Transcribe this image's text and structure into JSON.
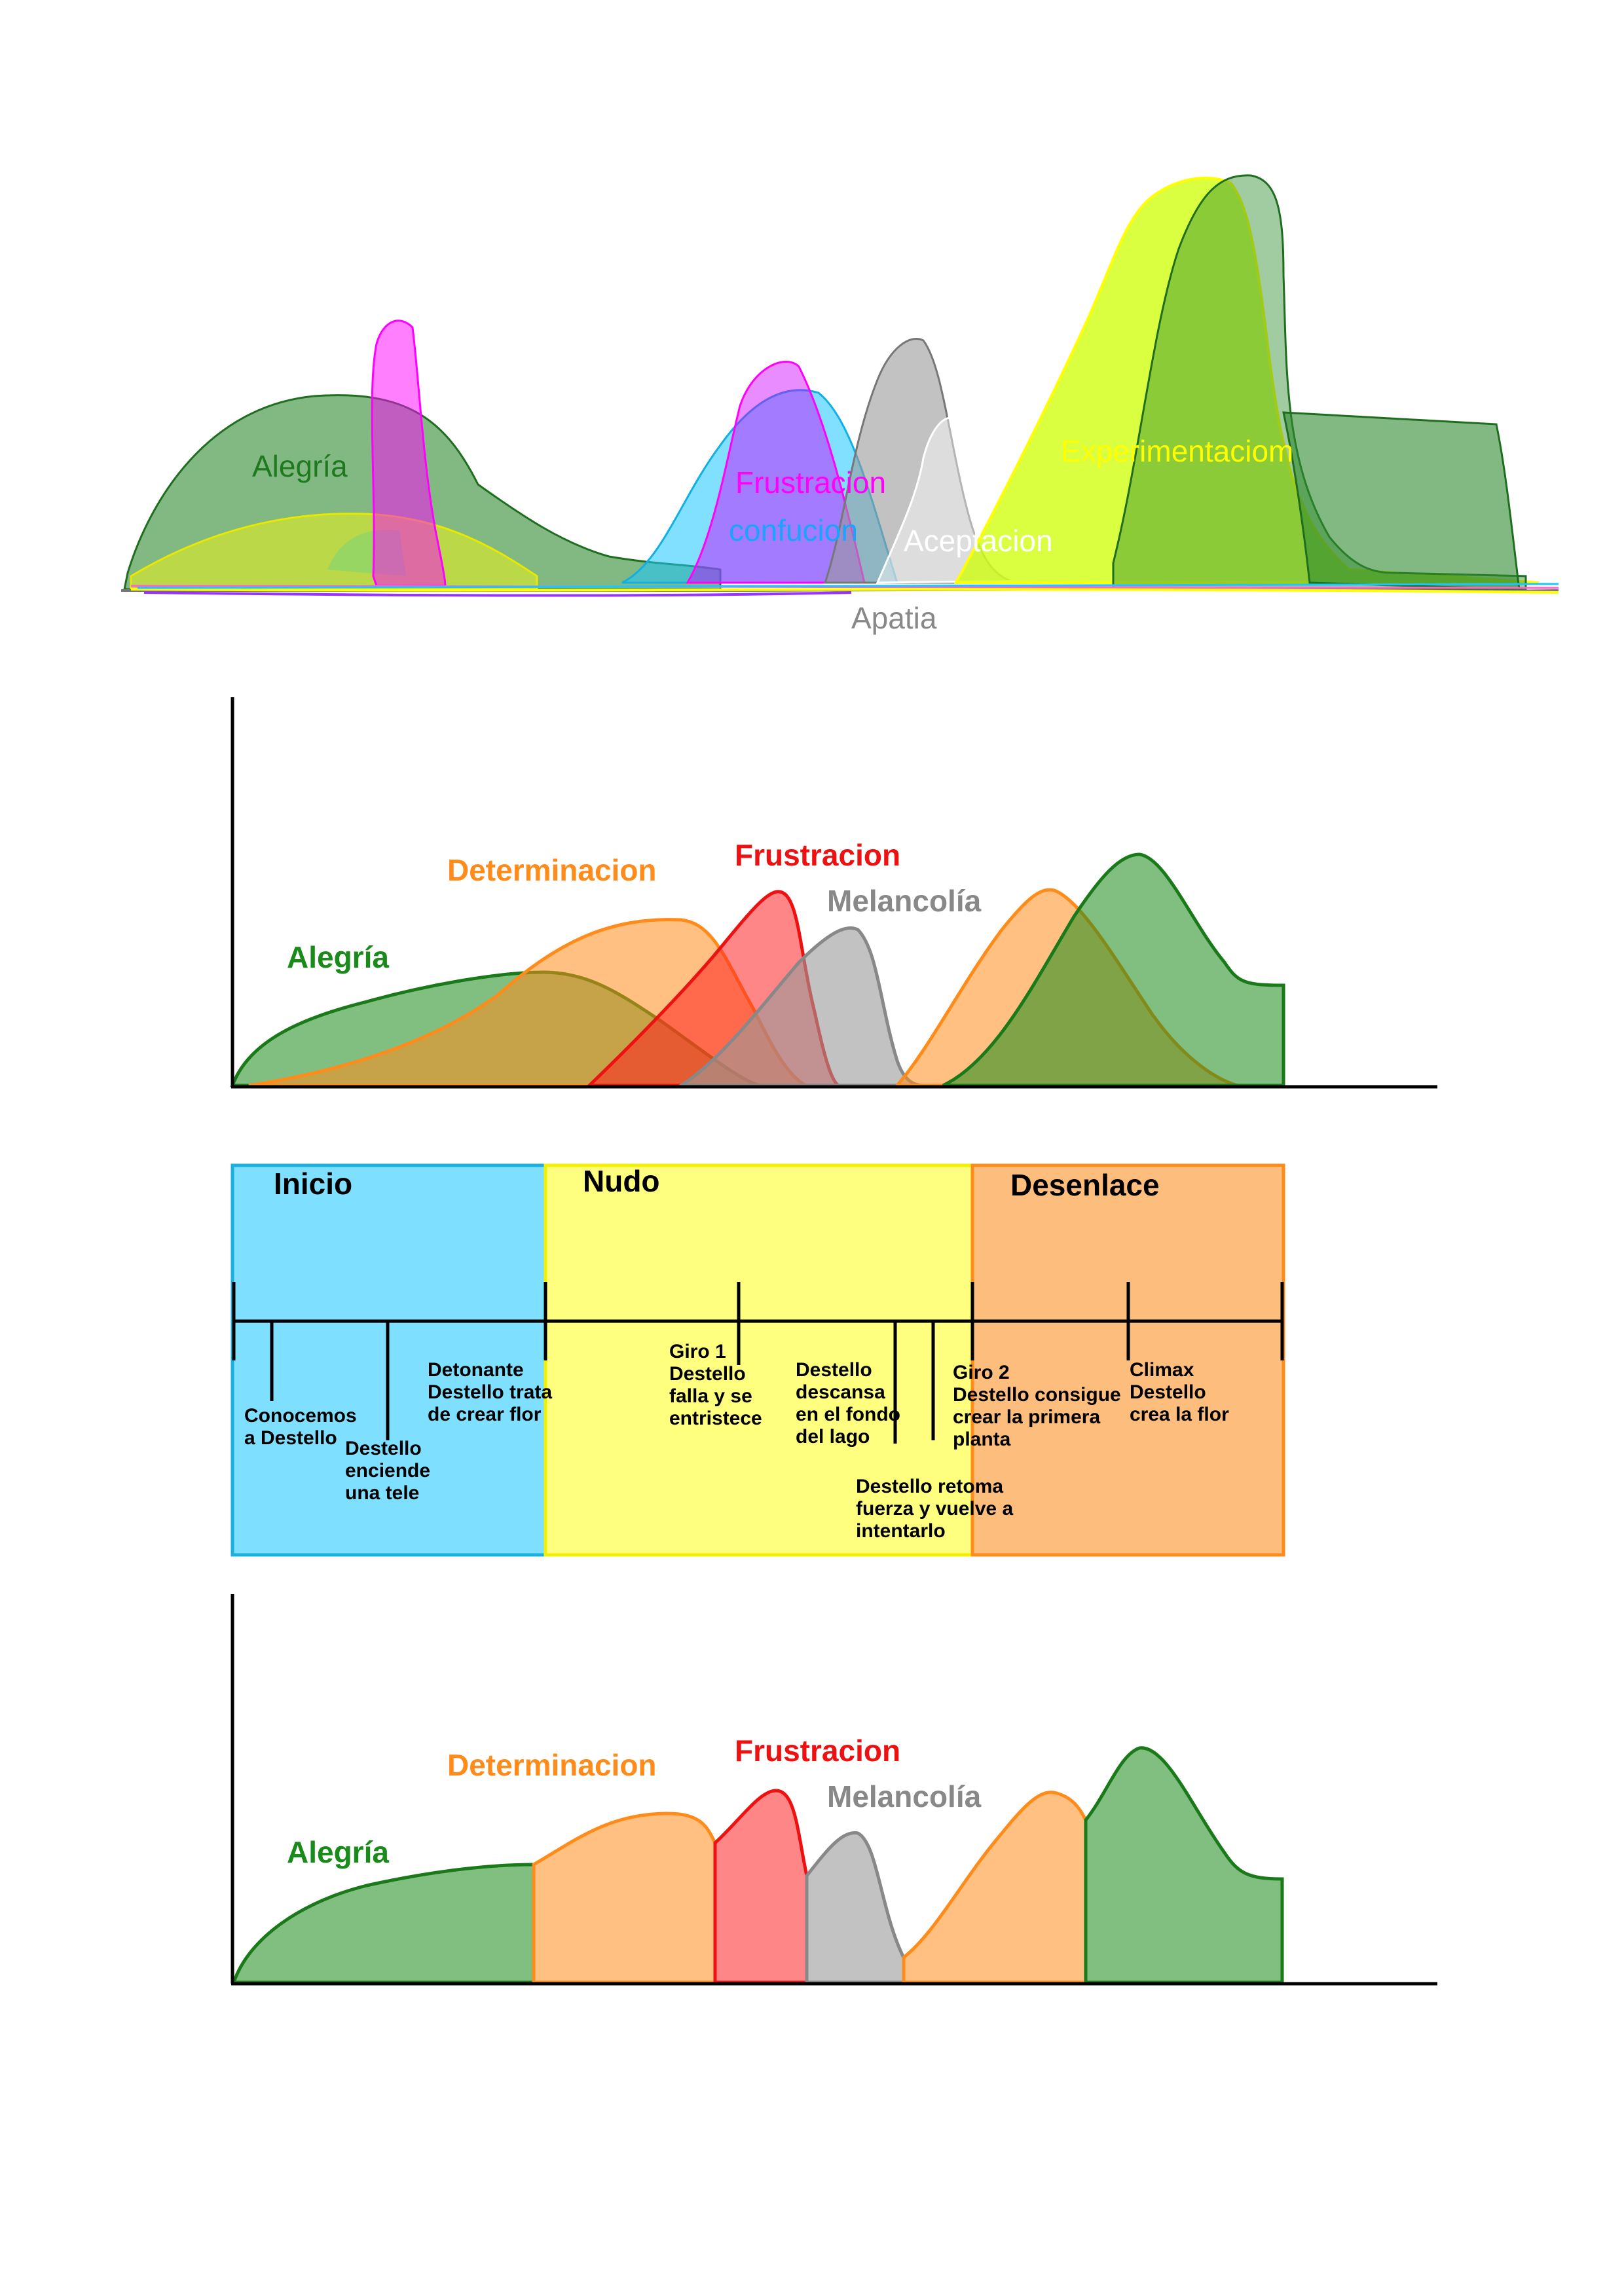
{
  "sketch": {
    "labels": {
      "alegria": "Alegría",
      "frustracion": "Frustracion",
      "confucion": "confucion",
      "aceptacion": "Aceptacion",
      "experimentacion": "Experimentaciom",
      "apatia": "Apatia"
    },
    "colors": {
      "alegria": "#2e8b2e",
      "frustracion": "#ff00ff",
      "confucion": "#1aa3ff",
      "aceptacion": "#ffffff",
      "experimentacion": "#ffff00",
      "apatia": "#888888"
    }
  },
  "emotion_chart_1": {
    "labels": {
      "alegria": "Alegría",
      "determinacion": "Determinacion",
      "frustracion": "Frustracion",
      "melancolia": "Melancolía"
    },
    "colors": {
      "alegria": "#1a8a1a",
      "determinacion": "#ff8c1a",
      "frustracion": "#ee1111",
      "melancolia": "#888888"
    }
  },
  "structure": {
    "sections": [
      {
        "name": "Inicio",
        "color": "#7fdfff",
        "border": "#19b0e0"
      },
      {
        "name": "Nudo",
        "color": "#ffff7f",
        "border": "#f0f000"
      },
      {
        "name": "Desenlace",
        "color": "#fdbe7d",
        "border": "#ff8c1a"
      }
    ],
    "events": {
      "e1": [
        "Conocemos",
        "a Destello"
      ],
      "e2": [
        "Destello",
        "enciende",
        "una tele"
      ],
      "e3": [
        "Detonante",
        "Destello trata",
        "de crear flor"
      ],
      "e4": [
        "Giro 1",
        "Destello",
        "falla y se",
        "entristece"
      ],
      "e5": [
        "Destello",
        "descansa",
        "en el fondo",
        "del lago"
      ],
      "e6": [
        "Destello retoma",
        "fuerza y vuelve a",
        "intentarlo"
      ],
      "e7": [
        "Giro 2",
        "Destello consigue",
        "crear la primera",
        "planta"
      ],
      "e8": [
        "Climax",
        "Destello",
        "crea la flor"
      ]
    }
  },
  "emotion_chart_2": {
    "labels": {
      "alegria": "Alegría",
      "determinacion": "Determinacion",
      "frustracion": "Frustracion",
      "melancolia": "Melancolía"
    }
  }
}
